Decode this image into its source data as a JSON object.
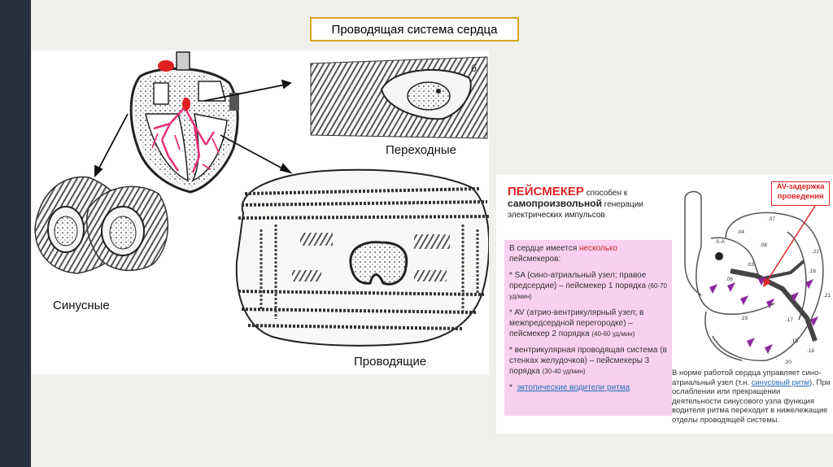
{
  "slide": {
    "title": "Проводящая система сердца"
  },
  "figure_left": {
    "caption_transitional": "Переходные",
    "caption_sinus": "Синусные",
    "caption_conducting": "Проводящие",
    "corner_mark": "б"
  },
  "figure_right": {
    "header_word": "ПЕЙСМЕКЕР",
    "header_rest1": " способен к",
    "header_bold": "самопроизвольной",
    "header_rest2": " генерации электрических импульсов",
    "intro_prefix": "В сердце имеется ",
    "intro_red": "несколько",
    "intro_suffix": " пейсмекеров:",
    "item_sa_main": "* SA (сино-атриальный узел; правое предсердие) – пейсмекер 1 порядка",
    "item_sa_rate": "(60-70 уд/мин)",
    "item_av_main": "* AV (атрио-вентрикулярный узел; в межпредсердной перегородке) – пейсмекер 2 порядка",
    "item_av_rate": "(40-60 уд/мин)",
    "item_vent_main": "* вентрикулярная проводящая система (в стенках желудочков) – пейсмекеры 3 порядка",
    "item_vent_rate": "(30-40 уд/мин)",
    "item_ectopic_star": "*",
    "item_ectopic_link": "эктопические водители ритма",
    "norm_prefix": "В норме работой сердца управляет сино-атриальный узел (т.н. ",
    "norm_link": "синусовый ритм",
    "norm_suffix": "). При ослаблении или прекращении деятельности синусового узла функция водителя ритма переходит в нижележащие отделы проводящей системы.",
    "av_label": "AV-задержка проведения",
    "diagram_labels": {
      "sa": "S-A",
      "t04": ".04",
      "t07": ".07",
      "t08": ".08",
      "t03": ".03",
      "t06": ".06",
      "t16": ".16",
      "t19": ".19",
      "t17": ".17",
      "t15": ".15",
      "t20": ".20",
      "t21": ".21",
      "t22": ".22",
      "t18": ".18"
    }
  },
  "colors": {
    "frame_bar": "#26313f",
    "title_border": "#d9a820",
    "accent_red": "#e0262b",
    "pink_box": "#fad0f0",
    "marker_purple": "#8b2a9c",
    "link_blue": "#1f6fb5"
  }
}
